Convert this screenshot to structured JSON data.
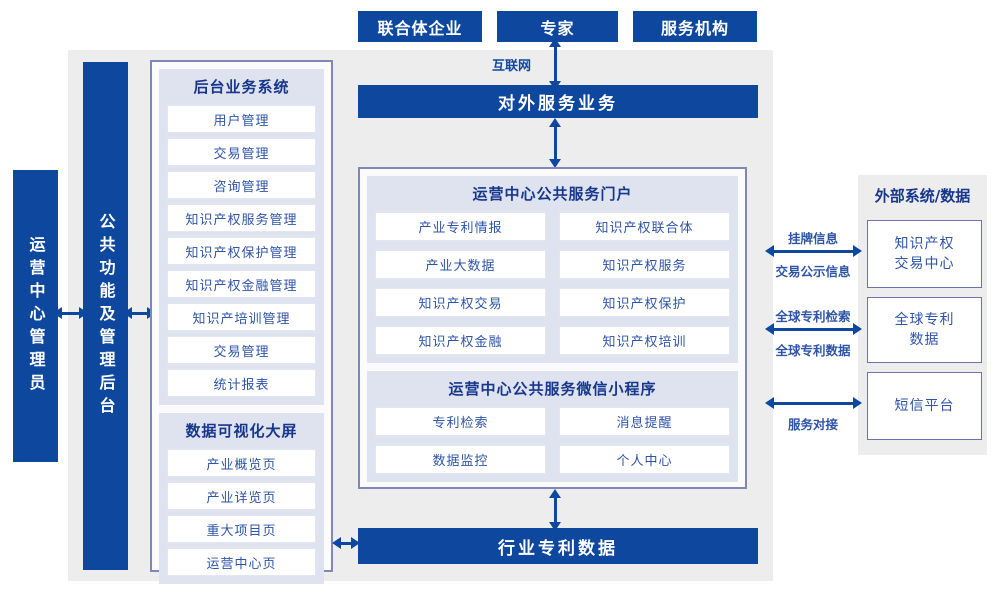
{
  "colors": {
    "navy": "#0e479e",
    "title_text": "#16378c",
    "item_text": "#2e54a6",
    "section_bg": "#dfe2ef",
    "panel_border": "#8087b8",
    "canvas_gray": "#ededee"
  },
  "top_actors": {
    "a0": "联合体企业",
    "a1": "专家",
    "a2": "服务机构"
  },
  "internet_label": "互联网",
  "external_service_bar": "对外服务业务",
  "industry_patent_bar": "行业专利数据",
  "rails": {
    "admin": "运营中心管理员",
    "backend": "公共功能及管理后台"
  },
  "backend_panel": {
    "title": "后台业务系统",
    "items": [
      "用户管理",
      "交易管理",
      "咨询管理",
      "知识产权服务管理",
      "知识产权保护管理",
      "知识产权金融管理",
      "知识产培训管理",
      "交易管理",
      "统计报表"
    ]
  },
  "dashboard_panel": {
    "title": "数据可视化大屏",
    "items": [
      "产业概览页",
      "产业详览页",
      "重大项目页",
      "运营中心页"
    ]
  },
  "portal_panel": {
    "title": "运营中心公共服务门户",
    "items": [
      "产业专利情报",
      "知识产权联合体",
      "产业大数据",
      "知识产权服务",
      "知识产权交易",
      "知识产权保护",
      "知识产权金融",
      "知识产权培训"
    ]
  },
  "miniprogram_panel": {
    "title": "运营中心公共服务微信小程序",
    "items": [
      "专利检索",
      "消息提醒",
      "数据监控",
      "个人中心"
    ]
  },
  "external_panel": {
    "title": "外部系统/数据",
    "items": [
      {
        "l1": "知识产权",
        "l2": "交易中心"
      },
      {
        "l1": "全球专利",
        "l2": "数据"
      },
      {
        "l1": "短信平台",
        "l2": ""
      }
    ]
  },
  "links": [
    {
      "top": "挂牌信息",
      "bottom": "交易公示信息"
    },
    {
      "top": "全球专利检索",
      "bottom": "全球专利数据"
    },
    {
      "top": "",
      "bottom": "服务对接"
    }
  ]
}
